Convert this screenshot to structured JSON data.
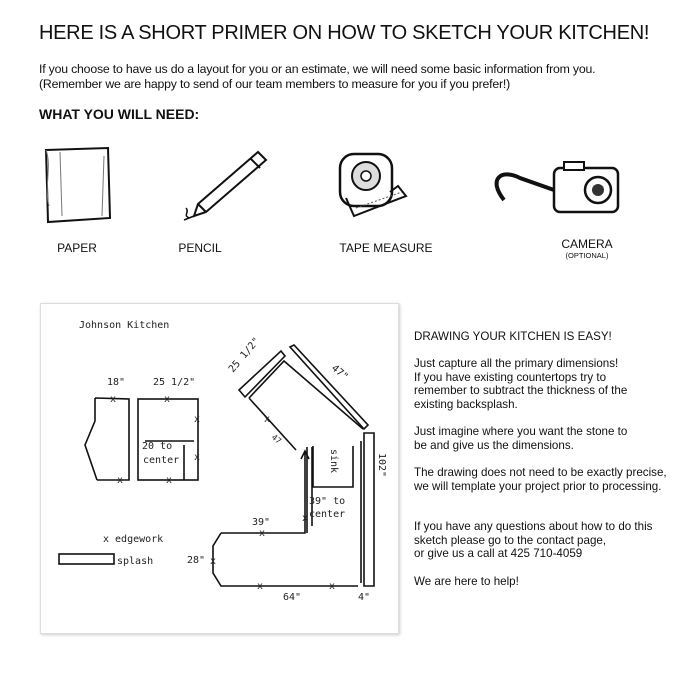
{
  "title": "HERE IS A SHORT PRIMER ON HOW TO SKETCH YOUR KITCHEN!",
  "intro": [
    "If you choose to have us do a layout for you or an estimate, we will need some basic information from you.",
    "(Remember we are happy to send of our team members to measure for you if you prefer!)"
  ],
  "need_heading": "WHAT YOU WILL NEED:",
  "items": [
    {
      "label": "PAPER",
      "icon": "paper-icon"
    },
    {
      "label": "PENCIL",
      "icon": "pencil-icon"
    },
    {
      "label": "TAPE MEASURE",
      "icon": "tape-measure-icon"
    },
    {
      "label": "CAMERA",
      "sublabel": "(OPTIONAL)",
      "icon": "camera-icon"
    }
  ],
  "sketch": {
    "title": "Johnson Kitchen",
    "labels": {
      "d18": "18\"",
      "d25a": "25 1/2\"",
      "to": "20  to",
      "center": "center",
      "d25b": "25 1/2\"",
      "d47a": "47\"",
      "d47b": "47",
      "sink": "sink",
      "d102": "102\"",
      "d39c1": "39\" to",
      "d39c2": "center",
      "d39": "39\"",
      "d28": "28\"",
      "d64": "64\"",
      "d4": "4\""
    },
    "legend_edgework": "x  edgework",
    "legend_splash": "splash"
  },
  "instructions": [
    "DRAWING YOUR KITCHEN IS EASY!",
    "Just capture all the primary dimensions!\nIf you have existing countertops try to\nremember to subtract the thickness of the\nexisting backsplash.",
    "Just imagine where you want the stone to\nbe and give us the dimensions.",
    "The drawing does not need to be exactly precise,\nwe will template your project prior to processing.",
    "If you have any questions about how to do this\nsketch please go to the contact page,\nor give us a call at 425 710-4059",
    "We are here to help!"
  ]
}
